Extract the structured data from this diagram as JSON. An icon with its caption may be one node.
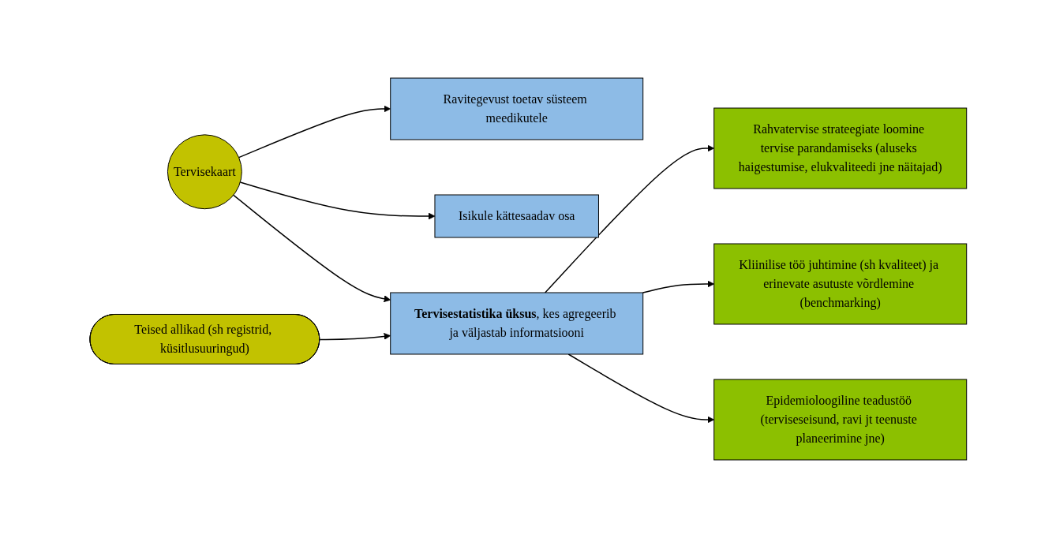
{
  "diagram": {
    "nodes": [
      {
        "text": [
          "Ravitegevust toetav süsteem meedikutele"
        ]
      },
      {
        "text": [
          "Teised allikad (sh registrid, küsitlusuuringud)"
        ]
      },
      {
        "text": [
          "Tervisekaart"
        ]
      },
      {
        "text": [
          "**Tervisestatistika üksus**, kes agregeerib ja väljastab informatsiooni"
        ]
      },
      {
        "text": [
          "Rahvatervise strateegiate loomine tervise parandamiseks (aluseks haigestumise, elukvaliteedi jne näitajad)"
        ]
      },
      {
        "text": [
          "Kliinilise töö juhtimine (sh kvaliteet) ja erinevate asutuste võrdlemine (benchmarking)"
        ]
      },
      {
        "text": [
          "Epidemioloogiline teadustöö (terviseseisund, ravi jt teenuste planeerimine jne)"
        ]
      },
      {
        "text": [
          "Isikule kättesaadav osa"
        ]
      }
    ],
    "edges": [
      {
        "from": 2,
        "to": 0,
        "arrow": "to"
      },
      {
        "from": 2,
        "to": 7,
        "arrow": "to"
      },
      {
        "from": 2,
        "to": 3,
        "arrow": "to"
      },
      {
        "from": 1,
        "to": 3,
        "arrow": "to"
      },
      {
        "from": 3,
        "to": 4,
        "arrow": "to"
      },
      {
        "from": 3,
        "to": 5,
        "arrow": "to"
      },
      {
        "from": 3,
        "to": 6,
        "arrow": "to"
      }
    ]
  }
}
